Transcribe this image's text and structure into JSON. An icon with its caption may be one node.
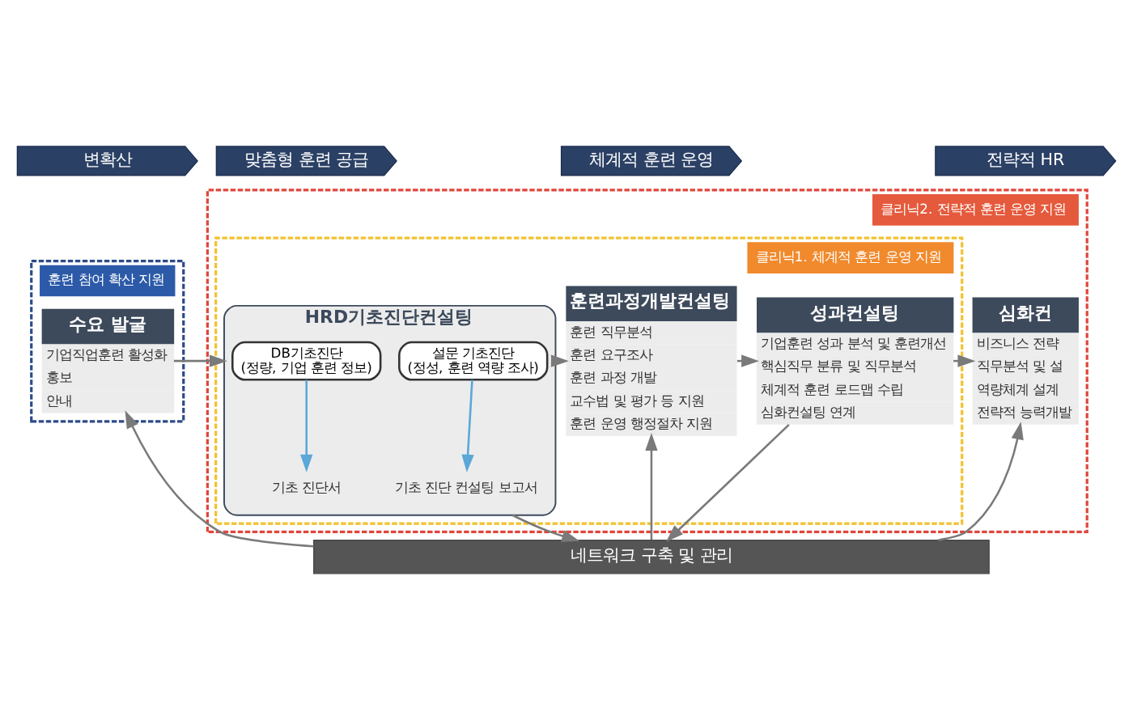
{
  "diagram": {
    "nodes": [
      {
        "text": [
          "변확산"
        ]
      },
      {
        "text": [
          "맞춤형 훈련 공급"
        ]
      },
      {
        "text": [
          "체계적 훈련 운영"
        ]
      },
      {
        "text": [
          "전략적 HR"
        ]
      },
      {
        "text": [
          "클리닉2. 전략적 훈련 운영 지원"
        ]
      },
      {
        "text": [
          "클리닉1. 체계적 훈련 운영 지원"
        ],
        "in": 4
      },
      {
        "text": [
          "훈련 참여 확산 지원"
        ]
      },
      {
        "text": [
          "수요 발굴",
          "기업직업훈련 활성화",
          "홍보",
          "안내"
        ],
        "in": 6
      },
      {
        "text": [
          "HRD기초진단컨설팅"
        ],
        "in": 5
      },
      {
        "text": [
          "DB기초진단",
          "(정량, 기업 훈련 정보)"
        ],
        "in": 8
      },
      {
        "text": [
          "설문 기초진단",
          "(정성, 훈련 역량 조사)"
        ],
        "in": 8
      },
      {
        "text": [
          "기초 진단서"
        ],
        "in": 8
      },
      {
        "text": [
          "기초 진단 컨설팅 보고서"
        ],
        "in": 8
      },
      {
        "text": [
          "훈련과정개발컨설팅",
          "훈련 직무분석",
          "훈련 요구조사",
          "훈련 과정 개발",
          "교수법 및 평가 등 지원",
          "훈련 운영 행정절차 지원"
        ],
        "in": 5
      },
      {
        "text": [
          "성과컨설팅",
          "기업훈련 성과 분석 및 훈련개선",
          "핵심직무 분류 및 직무분석",
          "체계적 훈련 로드맵 수립",
          "심화컨설팅 연계"
        ],
        "in": 5
      },
      {
        "text": [
          "심화컨",
          "비즈니스 전략",
          "직무분석 및 설",
          "역량체계 설계",
          "전략적 능력개발"
        ],
        "in": 4
      },
      {
        "text": [
          "네트워크 구축 및 관리"
        ]
      }
    ],
    "edges": [
      {
        "from": 9,
        "to": 11,
        "arrow": "to",
        "color": "#5aa7d8"
      },
      {
        "from": 10,
        "to": 12,
        "arrow": "to",
        "color": "#5aa7d8"
      },
      {
        "from": 7,
        "to": 8,
        "arrow": "to"
      },
      {
        "from": 8,
        "to": 13,
        "arrow": "to"
      },
      {
        "from": 13,
        "to": 14,
        "arrow": "to"
      },
      {
        "from": 14,
        "to": 15,
        "arrow": "to"
      },
      {
        "from": 16,
        "to": 7,
        "arrow": "to"
      },
      {
        "from": 8,
        "to": 16,
        "arrow": "to"
      },
      {
        "from": 16,
        "to": 13,
        "arrow": "to"
      },
      {
        "from": 14,
        "to": 16,
        "arrow": "to"
      },
      {
        "from": 16,
        "to": 15,
        "arrow": "to"
      }
    ]
  }
}
